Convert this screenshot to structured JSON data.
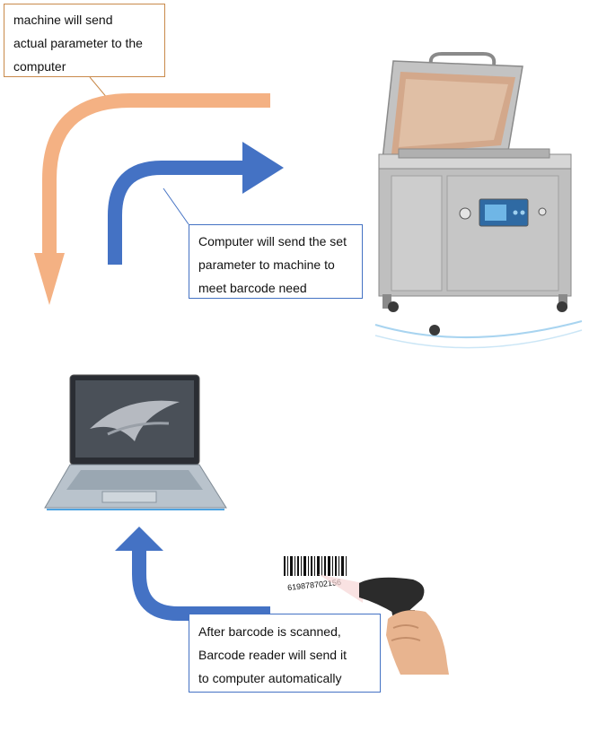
{
  "callouts": {
    "machine_to_computer": [
      "machine will send",
      "actual parameter to the",
      "computer"
    ],
    "computer_to_machine": [
      "Computer will send the set",
      "parameter to machine to",
      "meet barcode need"
    ],
    "barcode_to_computer": [
      "After barcode is scanned,",
      "Barcode reader will send it",
      "to computer automatically"
    ]
  },
  "barcode_number": "619878702156",
  "colors": {
    "orange_arrow": "#f4b183",
    "blue_arrow": "#4472c4",
    "orange_border": "#c98a4b",
    "blue_border": "#4472c4"
  },
  "icons": [
    "vacuum-sealer-machine",
    "laptop-computer",
    "barcode-scanner",
    "barcode-label"
  ]
}
